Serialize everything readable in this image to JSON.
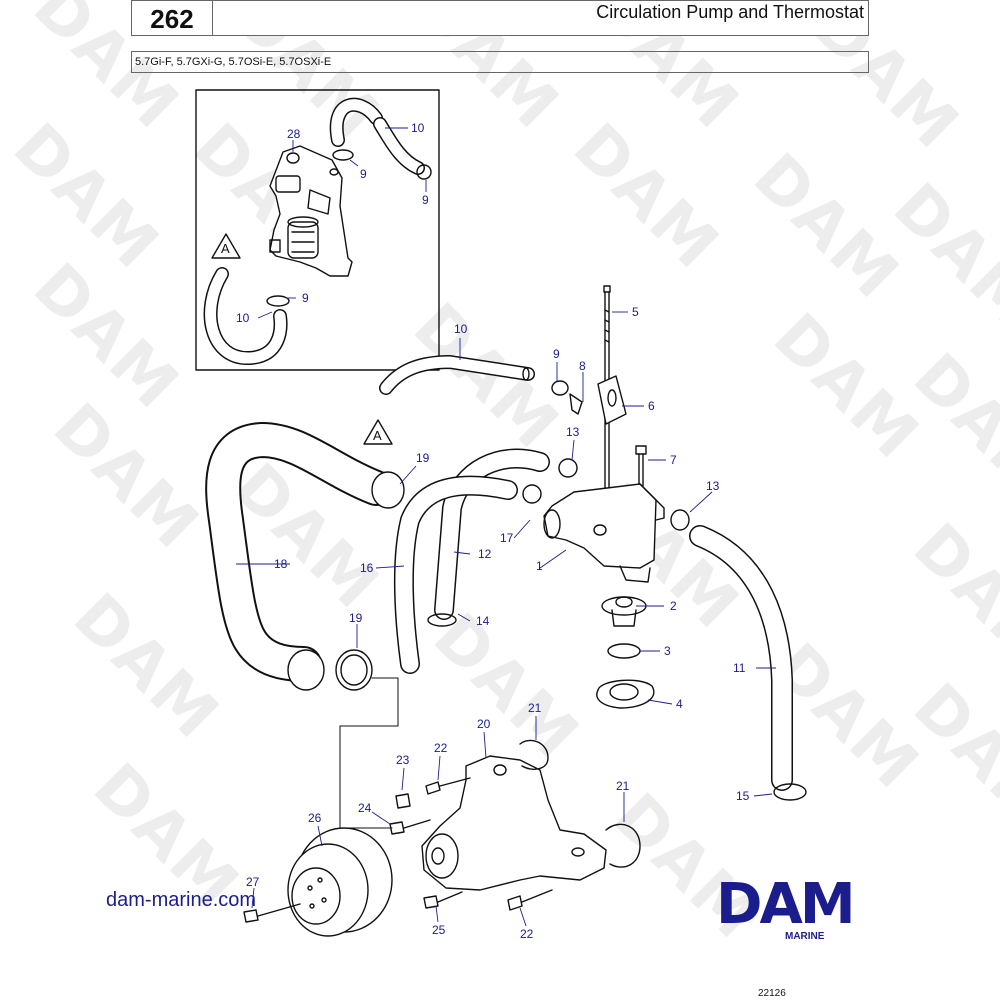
{
  "header": {
    "page_number": "262",
    "title": "Circulation Pump and Thermostat",
    "models": "5.7Gi-F, 5.7GXi-G, 5.7OSi-E, 5.7OSXi-E"
  },
  "watermark_text": "DAM",
  "detail_marker": "A",
  "callouts": [
    "1",
    "2",
    "3",
    "4",
    "5",
    "6",
    "7",
    "8",
    "9",
    "9",
    "9",
    "10",
    "10",
    "10",
    "11",
    "12",
    "13",
    "13",
    "14",
    "15",
    "16",
    "17",
    "18",
    "19",
    "19",
    "20",
    "21",
    "21",
    "22",
    "22",
    "23",
    "24",
    "25",
    "26",
    "27",
    "28"
  ],
  "footer": {
    "website": "dam-marine.com",
    "brand": "DAM",
    "brand_sub": "MARINE",
    "drawing_number": "22126"
  },
  "colors": {
    "accent": "#1b1d8c",
    "line": "#111111"
  }
}
